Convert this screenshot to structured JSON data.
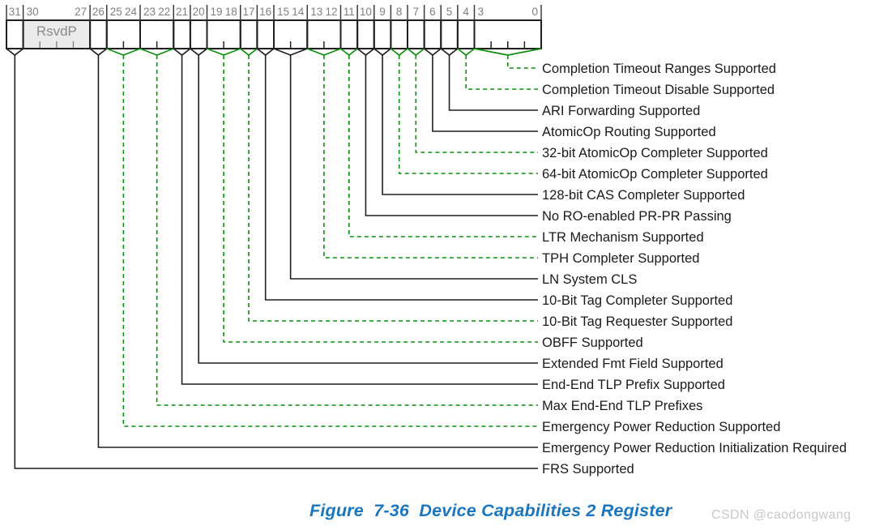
{
  "diagram": {
    "type": "register-bitfield",
    "register_bits": 32,
    "fields": [
      {
        "bits": "31",
        "hi": 31,
        "lo": 31,
        "nums": [
          "31"
        ],
        "label": "FRS Supported",
        "line": "solid"
      },
      {
        "bits": "30:27",
        "hi": 30,
        "lo": 27,
        "nums": [
          "30",
          "27"
        ],
        "text": "RsvdP",
        "reserved": true
      },
      {
        "bits": "26",
        "hi": 26,
        "lo": 26,
        "nums": [
          "26"
        ],
        "label": "Emergency Power Reduction Initialization Required",
        "line": "solid"
      },
      {
        "bits": "25:24",
        "hi": 25,
        "lo": 24,
        "nums": [
          "25",
          "24"
        ],
        "label": "Emergency Power Reduction Supported",
        "line": "dashed"
      },
      {
        "bits": "23:22",
        "hi": 23,
        "lo": 22,
        "nums": [
          "23",
          "22"
        ],
        "label": "Max End-End TLP Prefixes",
        "line": "dashed"
      },
      {
        "bits": "21",
        "hi": 21,
        "lo": 21,
        "nums": [
          "21"
        ],
        "label": "End-End TLP Prefix Supported",
        "line": "solid"
      },
      {
        "bits": "20",
        "hi": 20,
        "lo": 20,
        "nums": [
          "20"
        ],
        "label": "Extended Fmt Field Supported",
        "line": "solid"
      },
      {
        "bits": "19:18",
        "hi": 19,
        "lo": 18,
        "nums": [
          "19",
          "18"
        ],
        "label": "OBFF Supported",
        "line": "dashed"
      },
      {
        "bits": "17",
        "hi": 17,
        "lo": 17,
        "nums": [
          "17"
        ],
        "label": "10-Bit Tag Requester Supported",
        "line": "dashed"
      },
      {
        "bits": "16",
        "hi": 16,
        "lo": 16,
        "nums": [
          "16"
        ],
        "label": "10-Bit Tag Completer Supported",
        "line": "solid"
      },
      {
        "bits": "15:14",
        "hi": 15,
        "lo": 14,
        "nums": [
          "15",
          "14"
        ],
        "label": "LN System CLS",
        "line": "solid"
      },
      {
        "bits": "13:12",
        "hi": 13,
        "lo": 12,
        "nums": [
          "13",
          "12"
        ],
        "label": "TPH Completer Supported",
        "line": "dashed"
      },
      {
        "bits": "11",
        "hi": 11,
        "lo": 11,
        "nums": [
          "11"
        ],
        "label": "LTR Mechanism Supported",
        "line": "dashed"
      },
      {
        "bits": "10",
        "hi": 10,
        "lo": 10,
        "nums": [
          "10"
        ],
        "label": "No RO-enabled PR-PR Passing",
        "line": "solid"
      },
      {
        "bits": "9",
        "hi": 9,
        "lo": 9,
        "nums": [
          "9"
        ],
        "label": "128-bit CAS Completer Supported",
        "line": "solid"
      },
      {
        "bits": "8",
        "hi": 8,
        "lo": 8,
        "nums": [
          "8"
        ],
        "label": "64-bit AtomicOp Completer Supported",
        "line": "dashed"
      },
      {
        "bits": "7",
        "hi": 7,
        "lo": 7,
        "nums": [
          "7"
        ],
        "label": "32-bit AtomicOp Completer Supported",
        "line": "dashed"
      },
      {
        "bits": "6",
        "hi": 6,
        "lo": 6,
        "nums": [
          "6"
        ],
        "label": "AtomicOp Routing Supported",
        "line": "solid"
      },
      {
        "bits": "5",
        "hi": 5,
        "lo": 5,
        "nums": [
          "5"
        ],
        "label": "ARI Forwarding Supported",
        "line": "solid"
      },
      {
        "bits": "4",
        "hi": 4,
        "lo": 4,
        "nums": [
          "4"
        ],
        "label": "Completion Timeout Disable Supported",
        "line": "dashed"
      },
      {
        "bits": "3:0",
        "hi": 3,
        "lo": 0,
        "nums": [
          "3",
          "0"
        ],
        "label": "Completion Timeout Ranges Supported",
        "line": "dashed"
      }
    ]
  },
  "caption": {
    "text": "Figure  7-36  Device Capabilities 2 Register"
  },
  "watermark": {
    "text": "CSDN @caodongwang"
  },
  "colors": {
    "line_black": "#1f1f1f",
    "line_green": "#0c8f0c",
    "tick_gray": "#3a3a3a",
    "bit_number": "#7f7f7f",
    "reserved_fill": "#ebebeb",
    "reserved_text": "#8a8a8a",
    "label_text": "#1a1a1a",
    "caption_blue": "#1b76bd",
    "watermark_gray": "#c8c8c8",
    "background": "#ffffff"
  }
}
